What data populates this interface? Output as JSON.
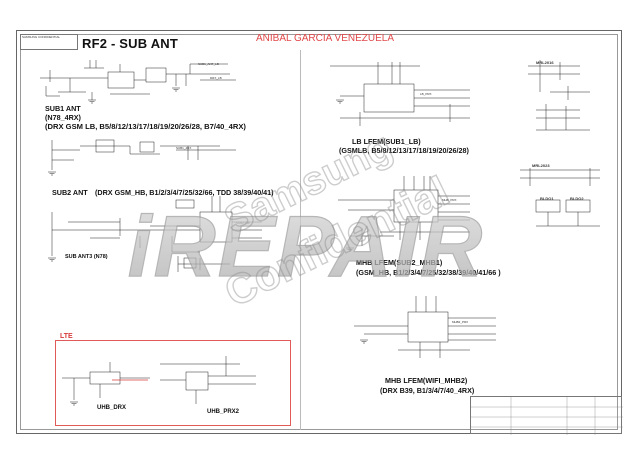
{
  "title": "RF2 - SUB ANT",
  "owner_text": "ANIBAL GARCIA VENEZUELA",
  "corner_block": "SAMSUNG CONFIDENTIAL",
  "watermark": {
    "main": "iREPAIR",
    "stamp1": "Samsung",
    "stamp2": "Confidential"
  },
  "blocks": {
    "sub1": {
      "line1": "SUB1 ANT",
      "line2": "(N78_4RX)",
      "line3": "(DRX GSM LB, B5/8/12/13/17/18/19/20/26/28, B7/40_4RX)"
    },
    "sub2": {
      "line1": "SUB2 ANT",
      "line2": "(DRX GSM_HB, B1/2/3/4/7/25/32/66, TDD 38/39/40/41)"
    },
    "sub3": {
      "line1": "SUB ANT3 (N78)"
    },
    "lte": {
      "label": "LTE",
      "uhb_drx": "UHB_DRX",
      "uhb_prx2": "UHB_PRX2"
    },
    "lb_lfem": {
      "line1": "LB LFEM(SUB1_LB)",
      "line2": "(GSMLB, B5/8/12/13/17/18/19/20/26/28)"
    },
    "mhb_lfem": {
      "line1": "MHB LFEM(SUB2_MHB1)",
      "line2": "(GSM_HB, B1/2/3/4/7/25/32/38/39/40/41/66 )"
    },
    "mhb_wifi": {
      "line1": "MHB LFEM(WIFI_MHB2)",
      "line2": "(DRX B39, B1/3/4/7/40_4RX)"
    },
    "refs": {
      "mrl2016": "MRL2016",
      "mrl2023": "MRL2023",
      "bldo1": "BLDO1",
      "bldo2": "BLDO2"
    }
  }
}
